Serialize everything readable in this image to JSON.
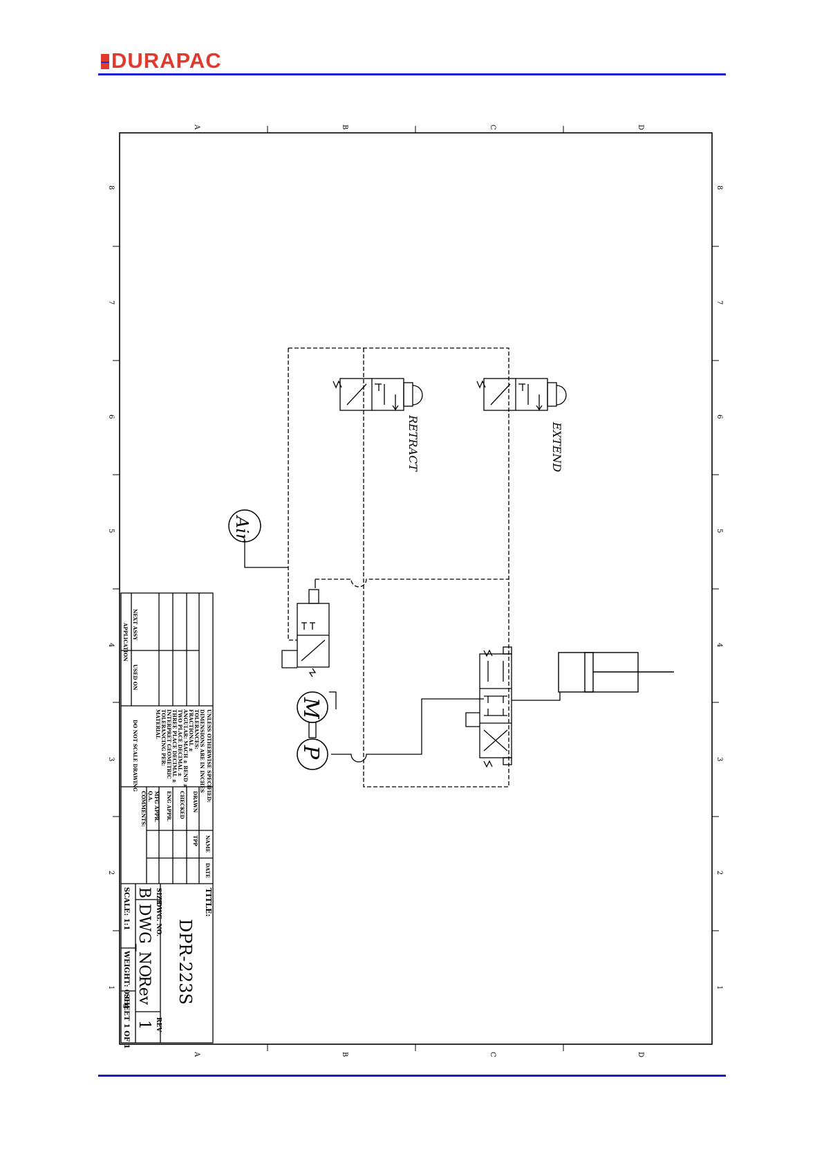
{
  "header": {
    "logo_text": "DURAPAC",
    "accent_color": "#1a1ad1",
    "logo_color": "#e03a2f"
  },
  "frame": {
    "top_zones": [
      "A",
      "B",
      "C",
      "D"
    ],
    "side_zones": [
      "8",
      "7",
      "6",
      "5",
      "4",
      "3",
      "2",
      "1"
    ]
  },
  "schematic": {
    "labels": {
      "retract": "RETRACT",
      "extend": "EXTEND",
      "air": "Air",
      "motor": "M",
      "pump": "P"
    }
  },
  "title_block": {
    "next_assy": "NEXT ASSY",
    "used_on": "USED ON",
    "application": "APPLICATION",
    "spec_lines": [
      "UNLESS OTHERWISE SPECIFIED:",
      "DIMENSIONS ARE IN INCHES",
      "TOLERANCES:",
      "FRACTIONAL ±",
      "ANGULAR: MACH ±    BEND ±",
      "TWO PLACE DECIMAL  ±",
      "THREE PLACE DECIMAL ±",
      "INTERPRET GEOMETRIC",
      "TOLERANCING PER:",
      "MATERIAL"
    ],
    "do_not_scale": "DO NOT SCALE DRAWING",
    "rows": [
      "DRAWN",
      "CHECKED",
      "ENG APPR.",
      "MFG APPR.",
      "Q.A.",
      "COMMENTS:"
    ],
    "col_name": "NAME",
    "col_date": "DATE",
    "drawn_by": "TPP",
    "title_label": "TITLE:",
    "title": "DPR-223S",
    "size_label": "SIZE",
    "size": "B",
    "dwg_label": "DWG. NO.",
    "dwg_no": "DWG_NO",
    "rev_label": "REV",
    "rev_value": "1",
    "rev_text": "Rev",
    "scale": "SCALE: 1:1",
    "weight": "WEIGHT: 0.0 g",
    "sheet": "SHEET 1 OF 1"
  }
}
